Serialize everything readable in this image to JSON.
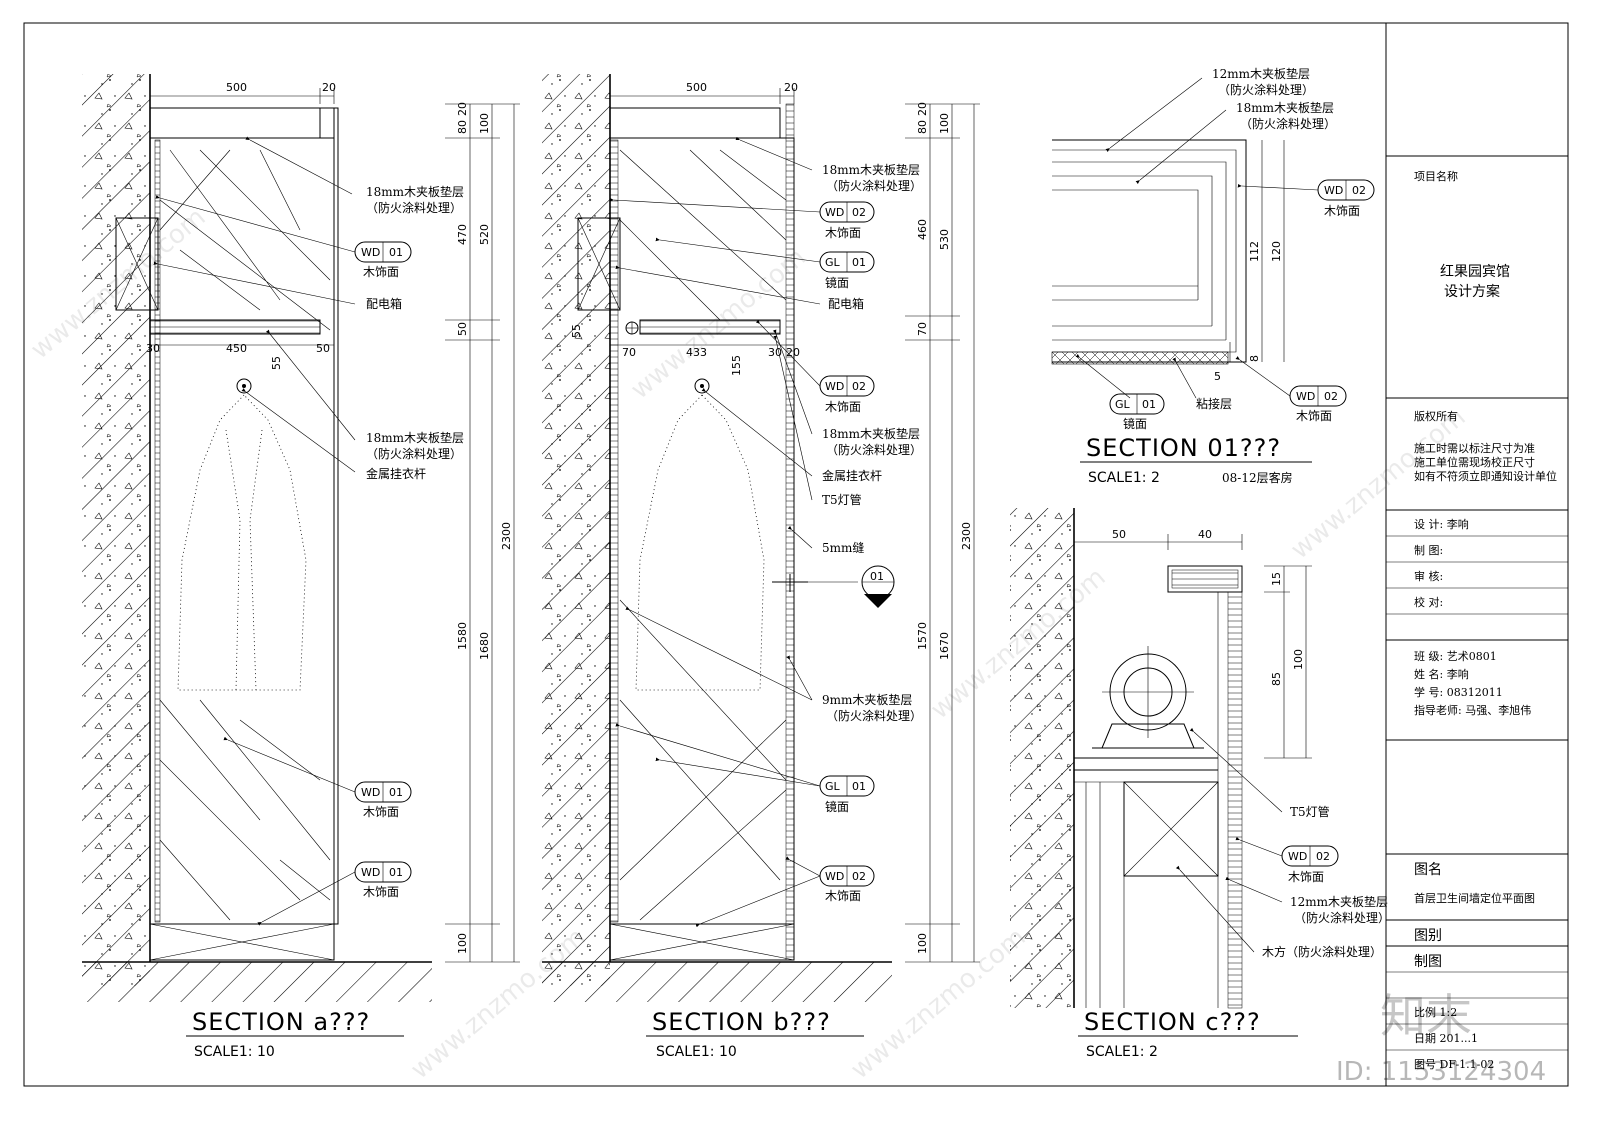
{
  "sections": {
    "a": {
      "title": "SECTION    a???",
      "scale": "SCALE1: 10"
    },
    "b": {
      "title": "SECTION    b???",
      "scale": "SCALE1: 10"
    },
    "c": {
      "title": "SECTION    c???",
      "scale": "SCALE1: 2"
    },
    "s01": {
      "title": "SECTION    01???",
      "scale": "SCALE1: 2",
      "note": "08-12层客房"
    }
  },
  "dims_a": {
    "top_w": "500",
    "top_r": "20",
    "r1": "20",
    "r2": "80",
    "r3": "100",
    "r4": "470",
    "r5": "520",
    "r6": "50",
    "r7": "2300",
    "r8": "1580",
    "r9": "1680",
    "r10": "100",
    "shelf_l": "30",
    "shelf_w": "450",
    "shelf_r": "50",
    "rod_h": "55"
  },
  "dims_b": {
    "top_w": "500",
    "top_r": "20",
    "r1": "20",
    "r2": "80",
    "r3": "100",
    "r4": "460",
    "r5": "530",
    "r6": "70",
    "r7": "2300",
    "r8": "1570",
    "r9": "1670",
    "r10": "100",
    "shelf_l": "70",
    "shelf_w": "433",
    "shelf_r1": "30",
    "shelf_r2": "20",
    "left_h": "55",
    "rod_h": "155"
  },
  "dims_c": {
    "w1": "50",
    "w2": "40",
    "h1": "15",
    "h2": "85",
    "h3": "100"
  },
  "dims_s01": {
    "h1": "112",
    "h2": "120",
    "h3": "8",
    "h4": "5"
  },
  "labels_a": {
    "l1": "18mm木夹板垫层",
    "l1b": "（防火涂料处理）",
    "tag1a": "WD",
    "tag1b": "01",
    "tag1c": "木饰面",
    "l2": "配电箱",
    "l3": "18mm木夹板垫层",
    "l3b": "（防火涂料处理）",
    "l4": "金属挂衣杆",
    "tag2a": "WD",
    "tag2b": "01",
    "tag2c": "木饰面",
    "tag3a": "WD",
    "tag3b": "01",
    "tag3c": "木饰面"
  },
  "labels_b": {
    "l1": "18mm木夹板垫层",
    "l1b": "（防火涂料处理）",
    "tag1a": "WD",
    "tag1b": "02",
    "tag1c": "木饰面",
    "tag2a": "GL",
    "tag2b": "01",
    "tag2c": "镜面",
    "l2": "配电箱",
    "tag3a": "WD",
    "tag3b": "02",
    "tag3c": "木饰面",
    "l3": "18mm木夹板垫层",
    "l3b": "（防火涂料处理）",
    "l4": "金属挂衣杆",
    "l5": "T5灯管",
    "l6": "5mm缝",
    "sec_no": "01",
    "l7": "9mm木夹板垫层",
    "l7b": "（防火涂料处理）",
    "tag4a": "GL",
    "tag4b": "01",
    "tag4c": "镜面",
    "tag5a": "WD",
    "tag5b": "02",
    "tag5c": "木饰面"
  },
  "labels_s01": {
    "l1": "12mm木夹板垫层",
    "l1b": "（防火涂料处理）",
    "l2": "18mm木夹板垫层",
    "l2b": "（防火涂料处理）",
    "tag1a": "WD",
    "tag1b": "02",
    "tag1c": "木饰面",
    "tag2a": "GL",
    "tag2b": "01",
    "tag2c": "镜面",
    "l3": "粘接层",
    "tag3a": "WD",
    "tag3b": "02",
    "tag3c": "木饰面"
  },
  "labels_c": {
    "l1": "T5灯管",
    "tag1a": "WD",
    "tag1b": "02",
    "tag1c": "木饰面",
    "l2": "12mm木夹板垫层",
    "l2b": "（防火涂料处理）",
    "l3": "木方（防火涂料处理）"
  },
  "title_block": {
    "project_label": "项目名称",
    "project_name_1": "红果园宾馆",
    "project_name_2": "设计方案",
    "copyright": "版权所有",
    "note1": "施工时需以标注尺寸为准",
    "note2": "施工单位需现场校正尺寸",
    "note3": "如有不符须立即通知设计单位",
    "design": "设    计:    李响",
    "draw": "制    图:",
    "check": "审    核:",
    "proof": "校    对:",
    "class": "班    级:  艺术0801",
    "name": "姓    名:  李响",
    "student_no": "学    号:  08312011",
    "teacher": "指导老师:  马强、李旭伟",
    "drawing_name_label": "图名",
    "drawing_name": "首层卫生间墙定位平面图",
    "category": "图别",
    "drafting": "制图",
    "scale": "比例  1:2",
    "date": "日期    201...1",
    "drawing_no": "图号    DF-1.1-02"
  },
  "watermark": {
    "brand": "知末",
    "id": "ID: 1153124304",
    "site": "www.znzmo.com"
  }
}
